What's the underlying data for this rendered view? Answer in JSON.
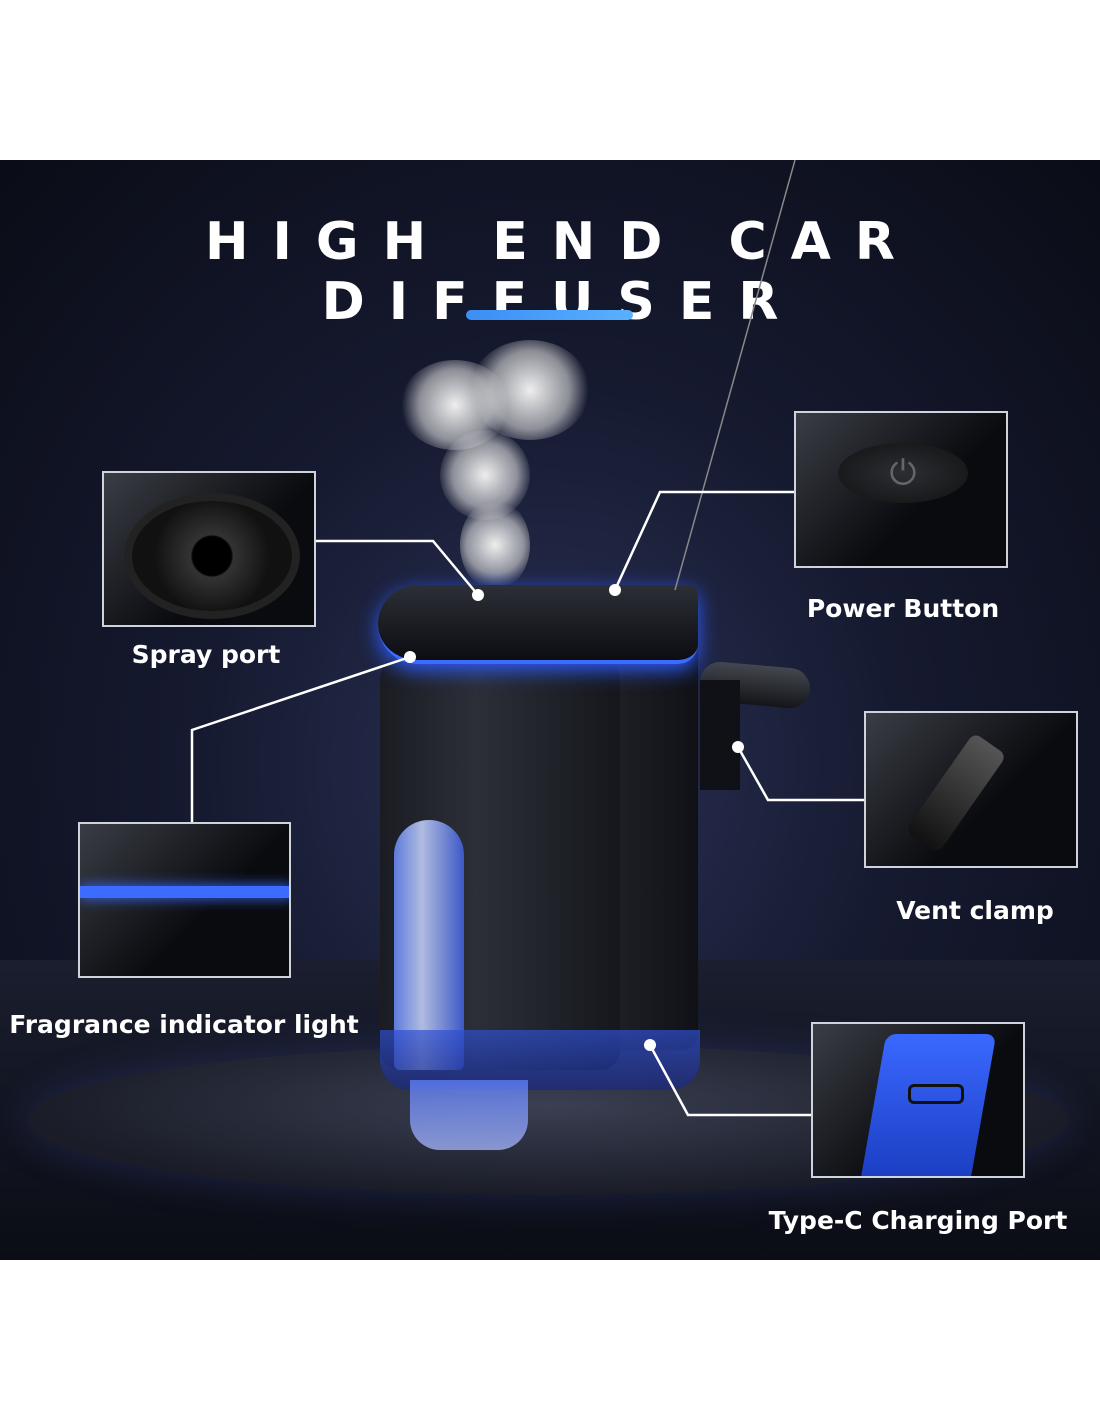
{
  "title": "HIGH END CAR DIFFUSER",
  "callouts": {
    "spray_port": "Spray port",
    "power_button": "Power Button",
    "vent_clamp": "Vent clamp",
    "fragrance_indicator": "Fragrance indicator light",
    "type_c": "Type-C Charging Port"
  },
  "colors": {
    "accent": "#3a8ef5",
    "glow": "#3b6cff",
    "background": "#161a30"
  }
}
